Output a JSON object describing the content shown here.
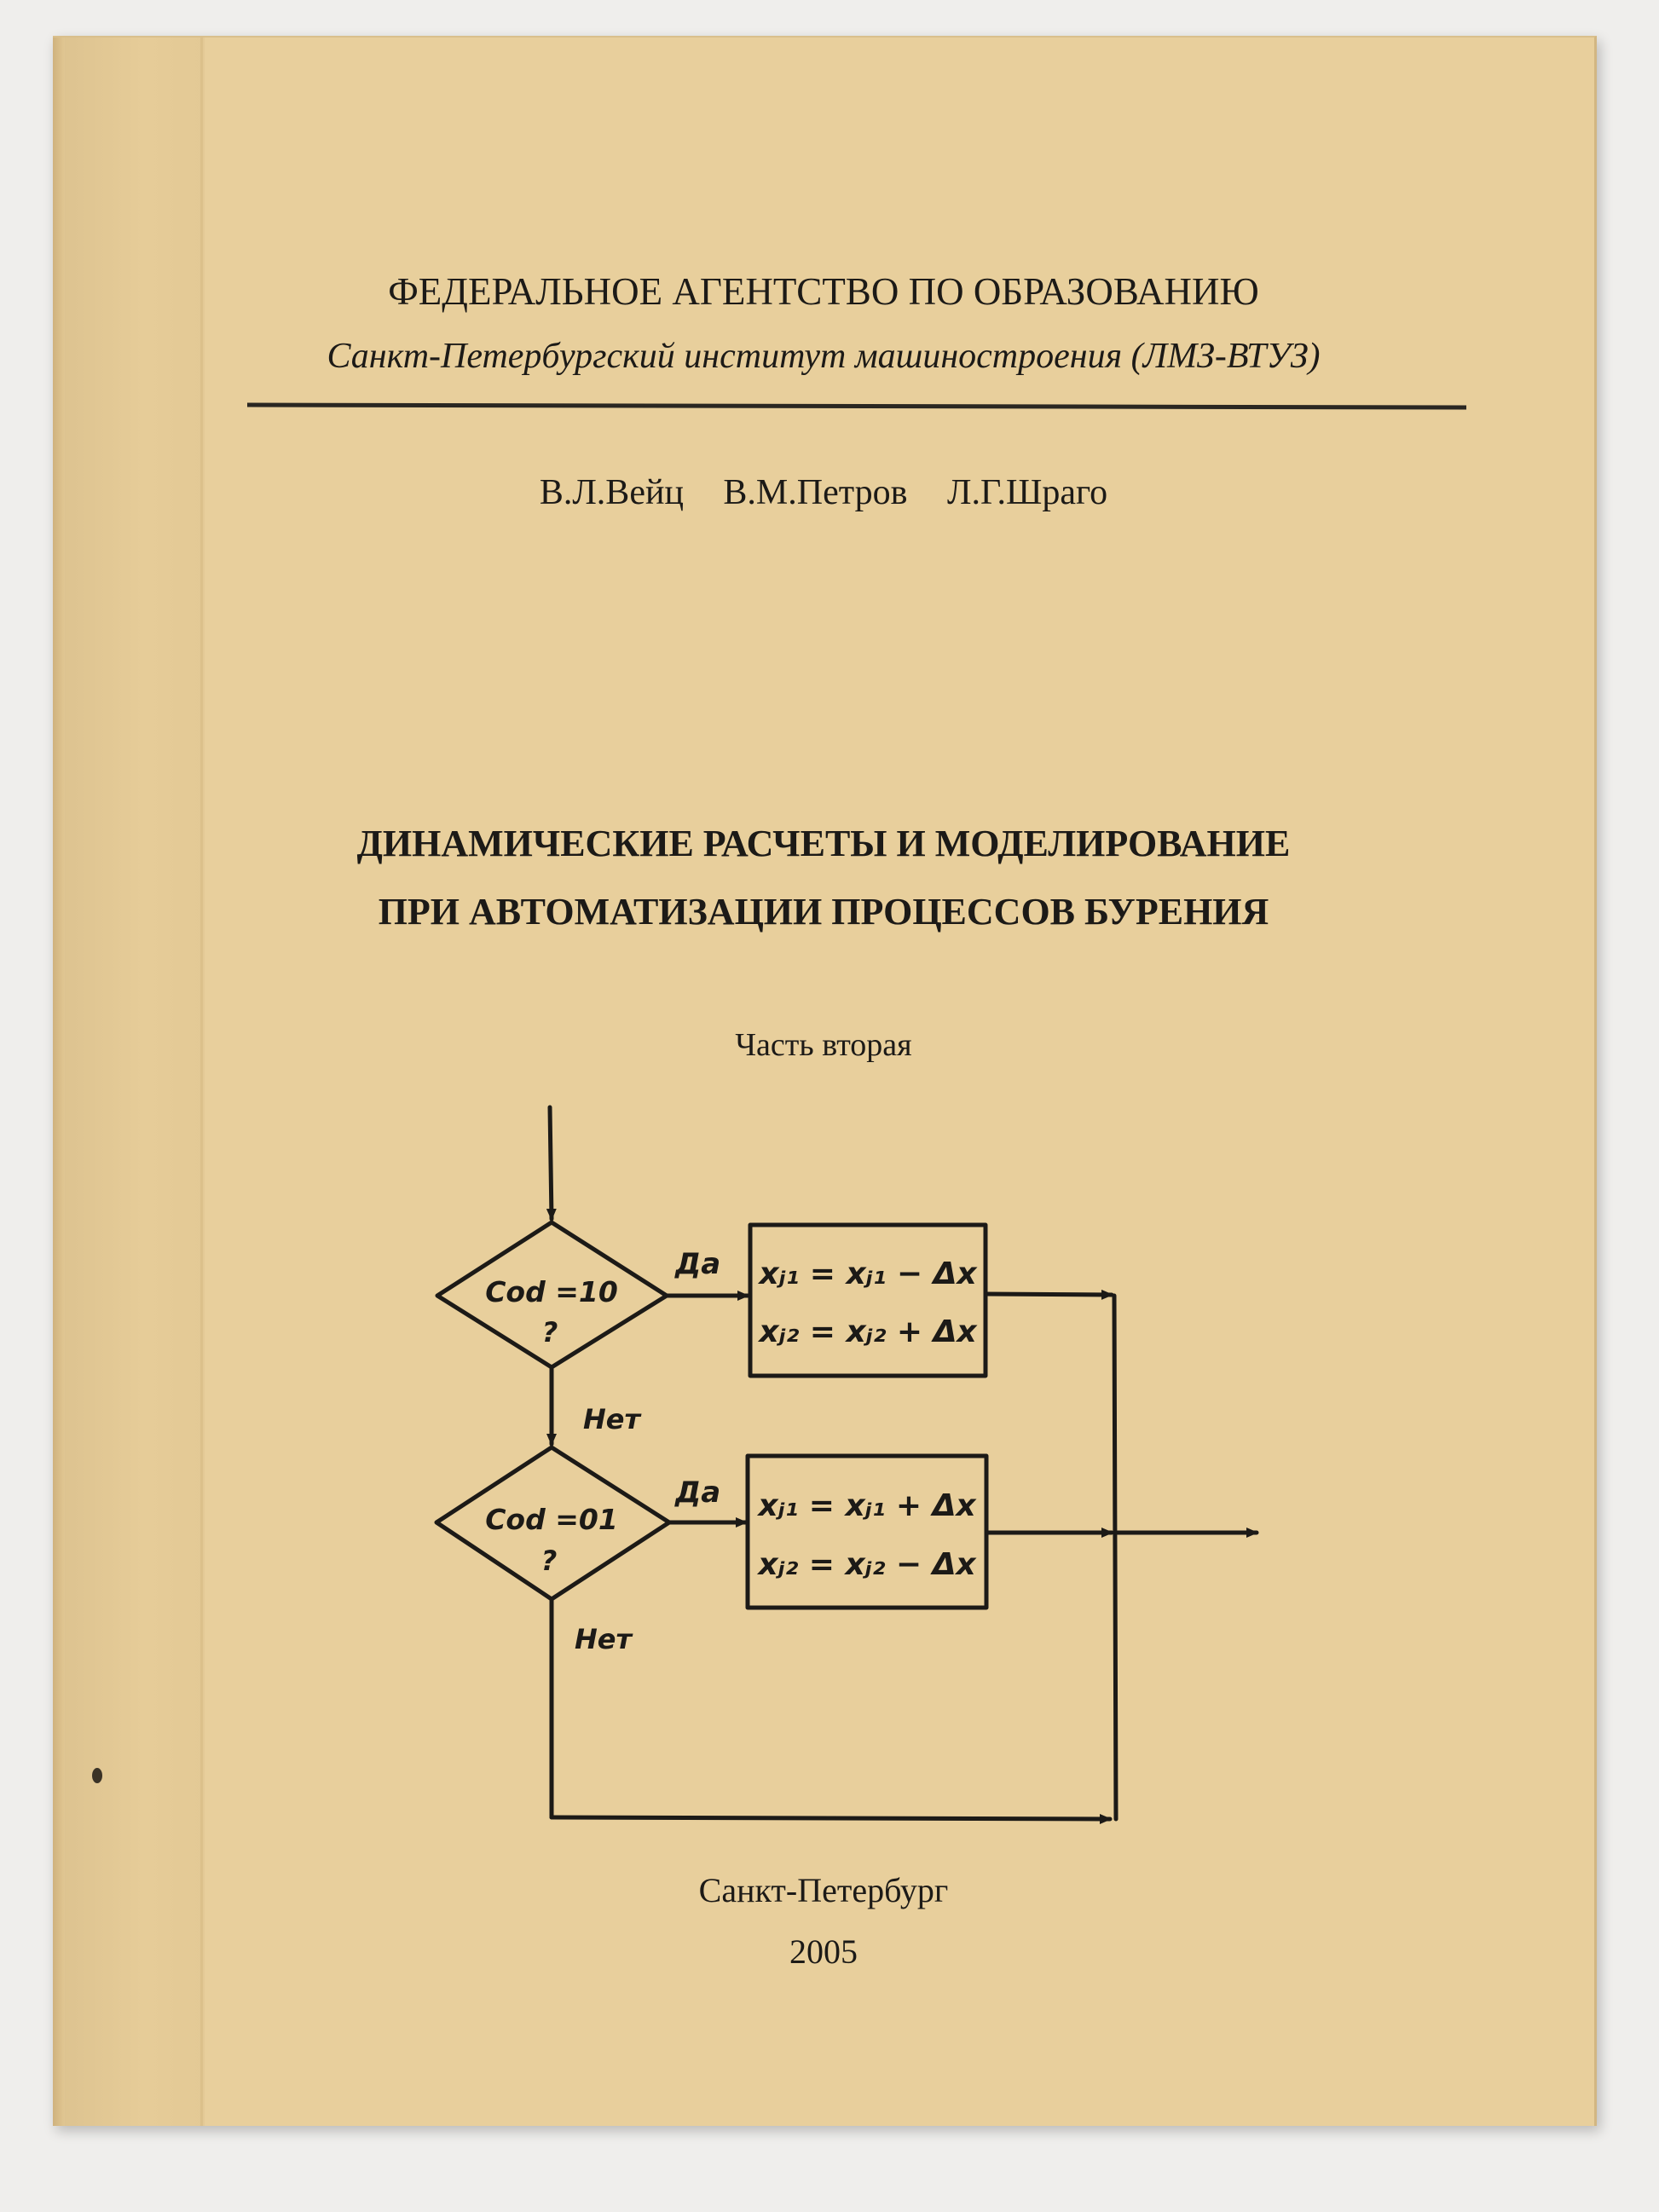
{
  "header": {
    "agency": "ФЕДЕРАЛЬНОЕ АГЕНТСТВО ПО ОБРАЗОВАНИЮ",
    "institute": "Санкт-Петербургский институт машиностроения (ЛМЗ-ВТУЗ)"
  },
  "authors": [
    "В.Л.Вейц",
    "В.М.Петров",
    "Л.Г.Шраго"
  ],
  "title": {
    "line1": "ДИНАМИЧЕСКИЕ РАСЧЕТЫ И МОДЕЛИРОВАНИЕ",
    "line2": "ПРИ АВТОМАТИЗАЦИИ ПРОЦЕССОВ БУРЕНИЯ"
  },
  "part": "Часть вторая",
  "flowchart": {
    "decision1": {
      "condition": "Cod =10",
      "question": "?"
    },
    "decision2": {
      "condition": "Cod =01",
      "question": "?"
    },
    "yes_label": "Да",
    "no_label": "Нет",
    "block1": {
      "line1": "xⱼ₁ = xⱼ₁ − Δx",
      "line2": "xⱼ₂ = xⱼ₂ + Δx"
    },
    "block2": {
      "line1": "xⱼ₁ = xⱼ₁ + Δx",
      "line2": "xⱼ₂ = xⱼ₂ − Δx"
    }
  },
  "footer": {
    "city": "Санкт-Петербург",
    "year": "2005"
  }
}
